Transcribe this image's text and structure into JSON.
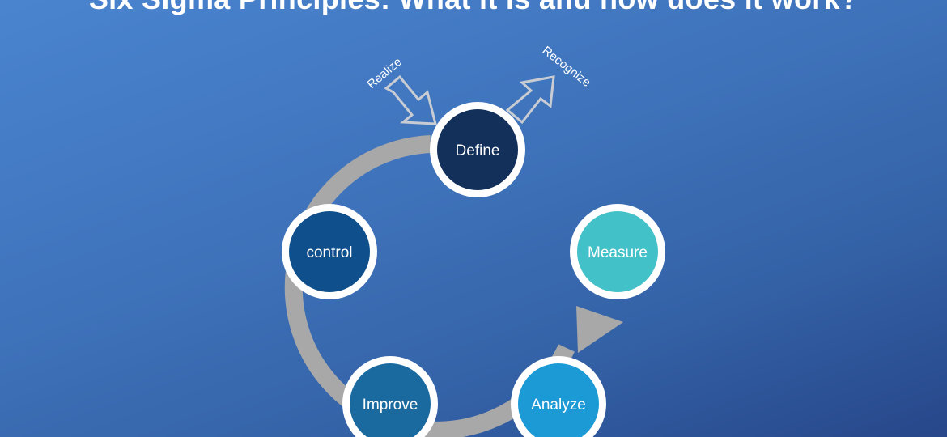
{
  "title": "Six Sigma Principles: What it is and how does it work?",
  "colors": {
    "ring": "#a8a8a8",
    "node_border": "#ffffff",
    "define": "#13305a",
    "measure": "#43c1c8",
    "analyze": "#1b9ad6",
    "improve": "#1a6aa0",
    "control": "#0e4f8c"
  },
  "cycle": {
    "nodes": [
      {
        "key": "define",
        "label": "Define"
      },
      {
        "key": "measure",
        "label": "Measure"
      },
      {
        "key": "analyze",
        "label": "Analyze"
      },
      {
        "key": "improve",
        "label": "Improve"
      },
      {
        "key": "control",
        "label": "control"
      }
    ],
    "input_arrow": {
      "label": "Realize",
      "icon": "arrow-in-icon"
    },
    "output_arrow": {
      "label": "Recognize",
      "icon": "arrow-out-icon"
    }
  }
}
